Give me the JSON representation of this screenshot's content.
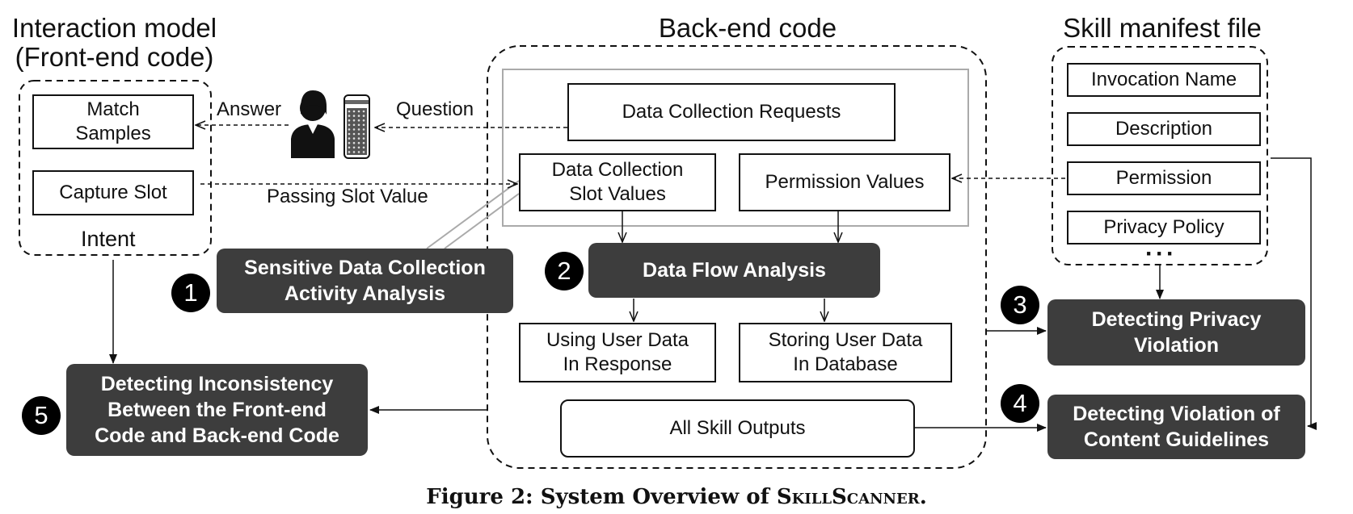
{
  "titles": {
    "interaction_model": "Interaction model",
    "front_end": "(Front-end code)",
    "back_end": "Back-end code",
    "manifest": "Skill manifest file"
  },
  "interaction": {
    "match_samples": [
      "Match",
      "Samples"
    ],
    "capture_slot": "Capture Slot",
    "intent": "Intent"
  },
  "conversation": {
    "answer": "Answer",
    "question": "Question",
    "passing_slot": "Passing Slot Value"
  },
  "backend": {
    "data_collection_requests": "Data Collection Requests",
    "slot_values": [
      "Data Collection",
      "Slot Values"
    ],
    "permission_values": "Permission Values",
    "using_user_data": [
      "Using User Data",
      "In Response"
    ],
    "storing_user_data": [
      "Storing User Data",
      "In Database"
    ],
    "all_outputs": "All Skill Outputs"
  },
  "manifest": {
    "invocation_name": "Invocation Name",
    "description": "Description",
    "permission": "Permission",
    "privacy_policy": "Privacy Policy",
    "more": "···"
  },
  "analyses": [
    {
      "number": "1",
      "lines": [
        "Sensitive Data Collection",
        "Activity Analysis"
      ]
    },
    {
      "number": "2",
      "lines": [
        "Data Flow Analysis"
      ]
    },
    {
      "number": "3",
      "lines": [
        "Detecting Privacy",
        "Violation"
      ]
    },
    {
      "number": "4",
      "lines": [
        "Detecting Violation of",
        "Content Guidelines"
      ]
    },
    {
      "number": "5",
      "lines": [
        "Detecting Inconsistency",
        "Between the Front-end",
        "Code and Back-end Code"
      ]
    }
  ],
  "icons": {
    "person": "person-icon",
    "speaker": "smart-speaker-icon"
  },
  "colors": {
    "dark_box": "#3d3d3d",
    "light_border": "#aaaaaa"
  },
  "caption": {
    "prefix": "Figure 2: System Overview of ",
    "name": "SkillScanner",
    "suffix": "."
  }
}
